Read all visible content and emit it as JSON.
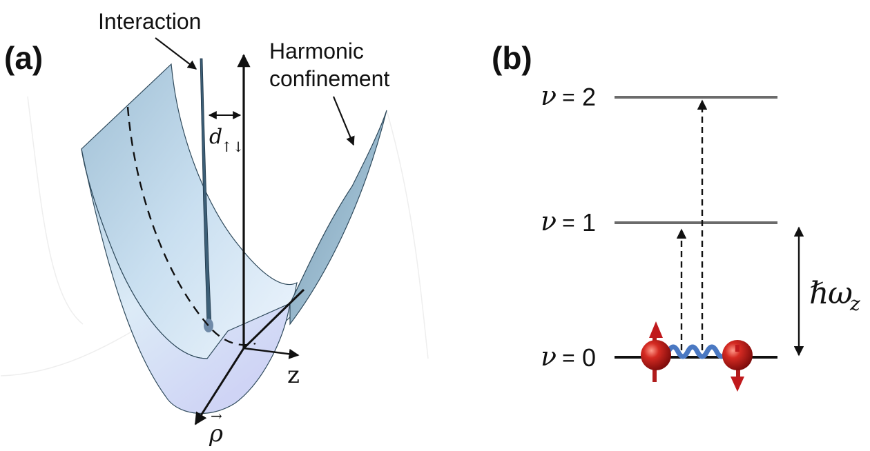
{
  "panel_a": {
    "label": "(a)",
    "interaction_label": "Interaction",
    "confinement_line1": "Harmonic",
    "confinement_line2": "confinement",
    "distance_symbol": "d",
    "distance_subscript": "↑↓",
    "z_axis_label": "z",
    "rho_axis_label": "ρ",
    "rho_vector_mark": "→"
  },
  "panel_b": {
    "label": "(b)",
    "levels": [
      {
        "symbol": "ν",
        "equals": "=",
        "number": "2"
      },
      {
        "symbol": "ν",
        "equals": "=",
        "number": "1"
      },
      {
        "symbol": "ν",
        "equals": "=",
        "number": "0"
      }
    ],
    "spacing_hbar": "ℏ",
    "spacing_omega": "ω",
    "spacing_subscript": "z"
  },
  "colors": {
    "surface_light": "#eaf3fb",
    "surface_mid": "#b9d4e6",
    "surface_dark": "#6d8fa6",
    "level_gray": "#6b6b6b",
    "spring_blue": "#4a78c2",
    "atom_red": "#c0191c"
  }
}
